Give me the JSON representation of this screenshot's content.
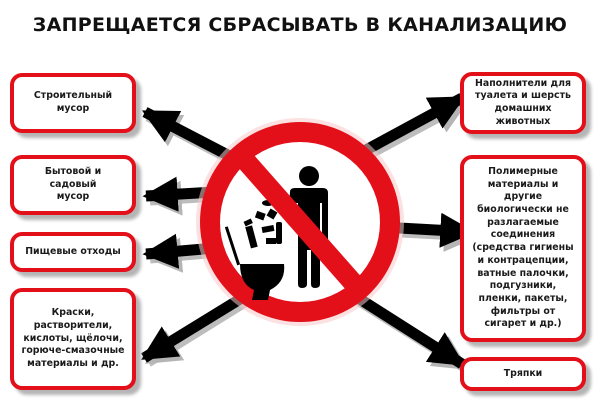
{
  "title": "ЗАПРЕЩАЕТСЯ СБРАСЫВАТЬ В КАНАЛИЗАЦИЮ",
  "colors": {
    "accent_red": "#e3101a",
    "arrow": "#000000",
    "shadow": "#b5b5b5"
  },
  "center_sign": {
    "icon": "no-littering-in-toilet-prohibition-icon"
  },
  "left_items": [
    {
      "label": "Строительный\nмусор"
    },
    {
      "label": "Бытовой и садовый\nмусор"
    },
    {
      "label": "Пищевые отходы"
    },
    {
      "label": "Краски,\nрастворители,\nкислоты, щёлочи,\nгорюче-смазочные\nматериалы и др."
    }
  ],
  "right_items": [
    {
      "label": "Наполнители для\nтуалета и шерсть\nдомашних\nживотных"
    },
    {
      "label": "Полимерные\nматериалы и\nдругие\nбиологически не\nразлагаемые\nсоединения\n(средства гигиены\nи контрацепции,\nватные палочки,\nподгузники,\nпленки, пакеты,\nфильтры от\nсигарет и др.)"
    },
    {
      "label": "Тряпки"
    }
  ]
}
